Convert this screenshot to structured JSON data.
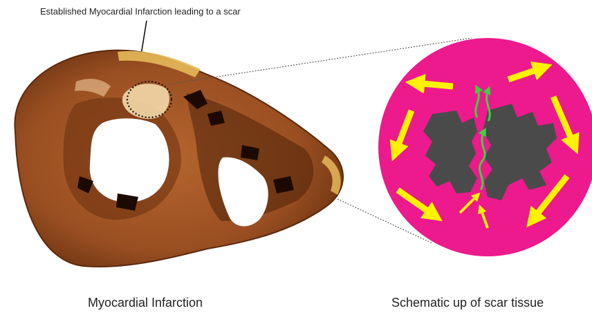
{
  "annotation": {
    "text": "Established Myocardial Infarction leading to a scar"
  },
  "captions": {
    "left": "Myocardial Infarction",
    "right": "Schematic up of scar tissue"
  },
  "colors": {
    "background": "#ffffff",
    "tissue": "#9a4f22",
    "tissue_dark": "#5a2a0c",
    "scar_pale": "#f3d8a8",
    "circle_fill": "#ec1a8c",
    "arrow_yellow": "#fff200",
    "scar_gray": "#4a4a4a",
    "arrow_green": "#39d43a"
  },
  "icons": {
    "heart_slice": "heart-cross-section-image",
    "magnify_circle": "magnified-scar-schematic",
    "arrows": "yellow-force-arrows"
  }
}
